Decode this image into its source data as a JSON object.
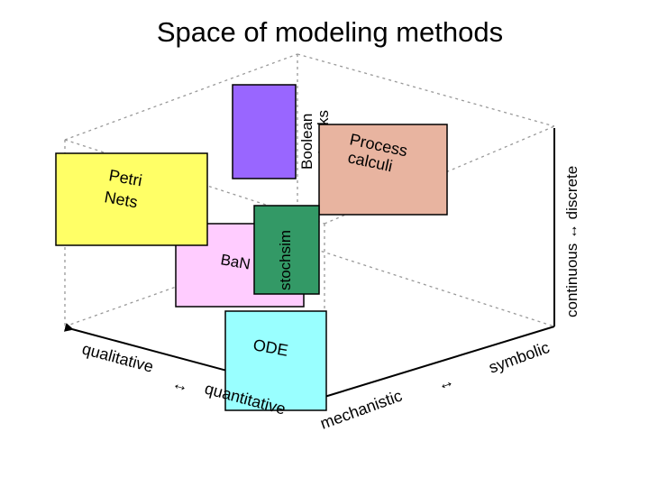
{
  "title": "Space of modeling methods",
  "boxes": {
    "boolean_networks": "Boolean networks",
    "boolean_line1": "Boolean",
    "boolean_line2": "networks",
    "process_line1": "Process",
    "process_line2": "calculi",
    "petri_line1": "Petri",
    "petri_line2": "Nets",
    "ban": "BaN",
    "stochsim": "stochsim",
    "ode": "ODE"
  },
  "axes": {
    "vertical": "continuous ↔ discrete",
    "left_low": "qualitative",
    "left_arrow": "↔",
    "left_high": "quantitative",
    "right_low": "mechanistic",
    "right_arrow": "↔",
    "right_high": "symbolic"
  },
  "colors": {
    "boolean": "#9966ff",
    "process": "#e8b4a0",
    "petri": "#ffff66",
    "ban": "#ffccff",
    "stochsim": "#339966",
    "ode": "#99ffff",
    "grid": "#999999"
  }
}
